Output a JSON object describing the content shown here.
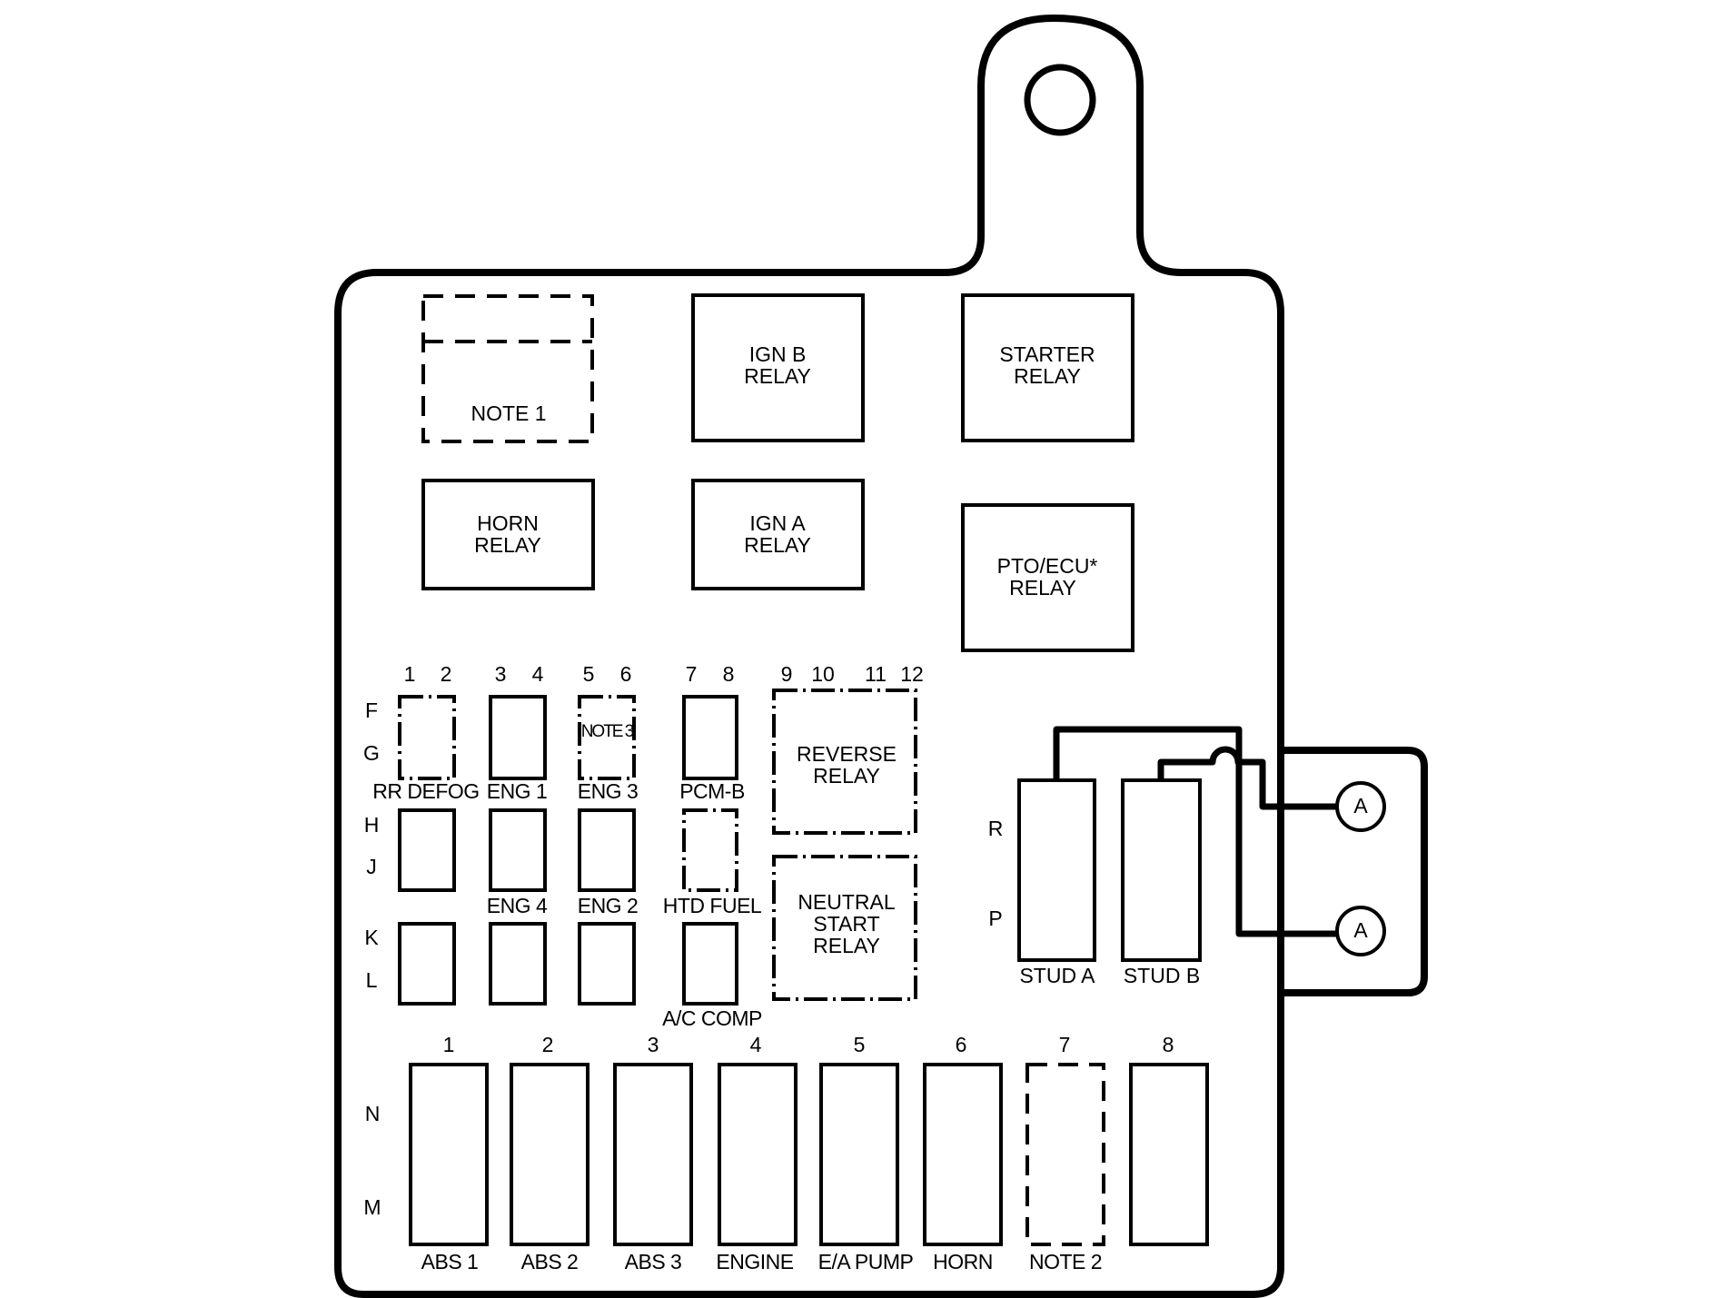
{
  "relays": {
    "note1": "NOTE 1",
    "ign_b": [
      "IGN B",
      "RELAY"
    ],
    "starter": [
      "STARTER",
      "RELAY"
    ],
    "horn": [
      "HORN",
      "RELAY"
    ],
    "ign_a": [
      "IGN A",
      "RELAY"
    ],
    "pto_ecu": [
      "PTO/ECU*",
      "RELAY"
    ],
    "reverse": [
      "REVERSE",
      "RELAY"
    ],
    "neutral_start": [
      "NEUTRAL",
      "START",
      "RELAY"
    ]
  },
  "mini_fuse_columns": [
    "1",
    "2",
    "3",
    "4",
    "5",
    "6",
    "7",
    "8",
    "9",
    "10",
    "11",
    "12"
  ],
  "mini_fuse_rows": [
    "F",
    "G",
    "H",
    "J",
    "K",
    "L"
  ],
  "mini_fuse_labels": {
    "rr_defog": "RR DEFOG",
    "eng1": "ENG 1",
    "eng3": "ENG 3",
    "note3": "NOTE 3",
    "pcm_b": "PCM-B",
    "eng4": "ENG 4",
    "eng2": "ENG 2",
    "htd_fuel": "HTD FUEL",
    "ac_comp": "A/C COMP"
  },
  "studs": {
    "rows": [
      "R",
      "P"
    ],
    "stud_a": "STUD A",
    "stud_b": "STUD B",
    "connector_label": "A"
  },
  "maxi_fuses": {
    "numbers": [
      "1",
      "2",
      "3",
      "4",
      "5",
      "6",
      "7",
      "8"
    ],
    "labels": [
      "ABS 1",
      "ABS 2",
      "ABS 3",
      "ENGINE",
      "E/A PUMP",
      "HORN",
      "NOTE 2",
      ""
    ],
    "rows": [
      "N",
      "M"
    ]
  }
}
